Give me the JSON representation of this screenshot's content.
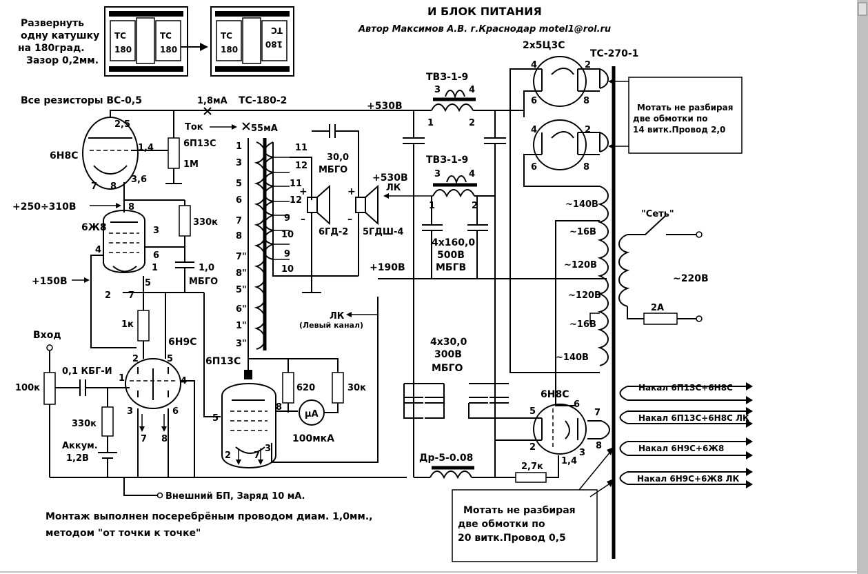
{
  "title": "И БЛОК ПИТАНИЯ",
  "author": "Автор Максимов А.В. г.Краснодар motel1@rol.ru",
  "notes": {
    "rotate": [
      "Развернуть",
      "одну катушку",
      "на 180град.",
      "Зазор 0,2мм."
    ],
    "resistors": "Все резисторы ВС-0,5",
    "mount_line1": "Монтаж выполнен посеребрёным проводом  диам. 1,0мм.,",
    "mount_line2": "методом \"от точки к точке\"",
    "wind_top": [
      "Мотать не разбирая",
      "две обмотки по",
      "14 витк.Провод 2,0"
    ],
    "wind_bottom": [
      "Мотать не разбирая",
      "две обмотки по",
      "20 витк.Провод 0,5"
    ]
  },
  "transformers": {
    "coil_label": "ТС",
    "coil_value": "180",
    "output": "ТС-180-2",
    "power": "ТС-270-1",
    "tvz1": "ТВЗ-1-9",
    "tvz2": "ТВЗ-1-9",
    "choke": "Др-5-0.08"
  },
  "tubes": {
    "t6n8s_a": "6Н8С",
    "t6p13s": "6П13С",
    "t6zh8": "6Ж8",
    "t6n9s": "6Н9С",
    "t6p13s_out": "6П13С",
    "t5c3s": "2х5Ц3С",
    "t6n8s_b": "6Н8С"
  },
  "values": {
    "i1": "1,8мА",
    "i2": "55мА",
    "tok": "Ток",
    "r1m": "1М",
    "r330a": "330к",
    "c1": "1,0",
    "c1t": "МБГО",
    "r1k": "1к",
    "r100k": "100к",
    "c01": "0,1 КБГ-И",
    "r330b": "330к",
    "accu1": "Аккум.",
    "accu2": "1,2В",
    "r620": "620",
    "r30k": "30к",
    "ua": "µA",
    "ua_val": "100мкА",
    "c30": "30,0",
    "c30t": "МБГО",
    "sp1": "6ГД-2",
    "sp2": "5ГДШ-4",
    "cap160a": "4х160,0",
    "cap160b": "500В",
    "cap160c": "МБГВ",
    "cap30a": "4х30,0",
    "cap30b": "300В",
    "cap30c": "МБГО",
    "r27": "2,7к",
    "fuse": "2А",
    "mains": "\"Сеть\"",
    "v220": "~220В"
  },
  "voltages": {
    "v530": "+530В",
    "v530b": "+530В",
    "lk": "ЛК",
    "v190": "+190В",
    "v250": "+250÷310В",
    "v150": "+150В",
    "left1": "ЛК",
    "left2": "(Левый канал)",
    "input": "Вход",
    "ext": "Внешний БП, Заряд 10 мА."
  },
  "windings": [
    "~140В",
    "~16В",
    "~120В",
    "~120В",
    "~16В",
    "~140В"
  ],
  "heaters": [
    "Накал 6П13С+6Н8С",
    "Накал 6П13С+6Н8С ЛК",
    "Накал 6Н9С+6Ж8",
    "Накал 6Н9С+6Ж8  ЛК"
  ],
  "pins": {
    "p25": "2,5",
    "p14": "1,4",
    "p36": "3,6",
    "p7": "7",
    "p8": "8",
    "zh8": "8",
    "zh3": "3",
    "zh4": "4",
    "zh6": "6",
    "zh1": "1",
    "zh5": "5",
    "zh2": "2",
    "zh7": "7",
    "n9_2": "2",
    "n9_5": "5",
    "n9_1": "1",
    "n9_4": "4",
    "n9_3": "3",
    "n9_6": "6",
    "n9_7": "7",
    "n9_8": "8",
    "po8": "8",
    "po5": "5",
    "po2": "2",
    "po7": "7",
    "po3": "3",
    "k4a": "4",
    "k2a": "2",
    "k6a": "6",
    "k8a": "8",
    "k4b": "4",
    "k2b": "2",
    "k6b": "6",
    "k8b": "8",
    "b5": "5",
    "b6": "6",
    "b7": "7",
    "b2": "2",
    "b3": "3",
    "b8": "8",
    "b14": "1,4",
    "tv3a": "3",
    "tv4a": "4",
    "tv1a": "1",
    "tv2a": "2",
    "tv3b": "3",
    "tv4b": "4",
    "tv1b": "1",
    "tv2b": "2"
  },
  "out_pins_left": [
    "1",
    "3",
    "5",
    "6",
    "7",
    "8",
    "7\"",
    "8\"",
    "5\"",
    "6\"",
    "1\"",
    "3\""
  ],
  "out_pins_right": [
    "11",
    "12",
    "11",
    "12",
    "9",
    "10",
    "9",
    "10"
  ]
}
